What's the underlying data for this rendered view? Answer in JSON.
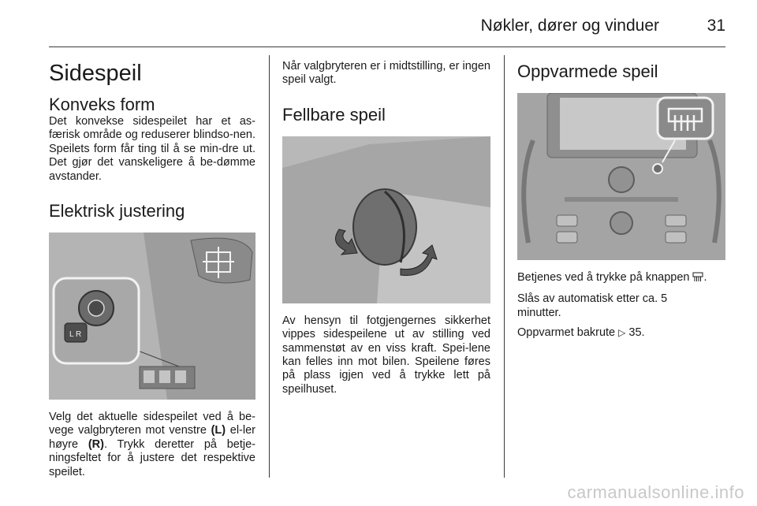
{
  "header": {
    "title": "Nøkler, dører og vinduer",
    "page": "31"
  },
  "col1": {
    "h1": "Sidespeil",
    "h2a": "Konveks form",
    "p1": "Det konvekse sidespeilet har et as-færisk område og reduserer blindso-nen. Speilets form får ting til å se min-dre ut. Det gjør det vanskeligere å be-dømme avstander.",
    "h2b": "Elektrisk justering",
    "p2_a": "Velg det aktuelle sidespeilet ved å be-vege valgbryteren mot venstre ",
    "p2_b": "(L)",
    "p2_c": " el-ler høyre ",
    "p2_d": "(R)",
    "p2_e": ". Trykk deretter på betje-ningsfeltet for å justere det respektive speilet."
  },
  "col2": {
    "p1": "Når valgbryteren er i midtstilling, er ingen speil valgt.",
    "h2": "Fellbare speil",
    "p2": "Av hensyn til fotgjengernes sikkerhet vippes sidespeilene ut av stilling ved sammenstøt av en viss kraft. Spei-lene kan felles inn mot bilen. Speilene føres på plass igjen ved å trykke lett på speilhuset."
  },
  "col3": {
    "h2": "Oppvarmede speil",
    "p1": "Betjenes ved å trykke på knappen",
    "p2": "Slås av automatisk etter ca. 5 minutter.",
    "p3_a": "Oppvarmet bakrute",
    "p3_b": "35."
  },
  "footer": {
    "text": "carmanualsonline.info"
  }
}
